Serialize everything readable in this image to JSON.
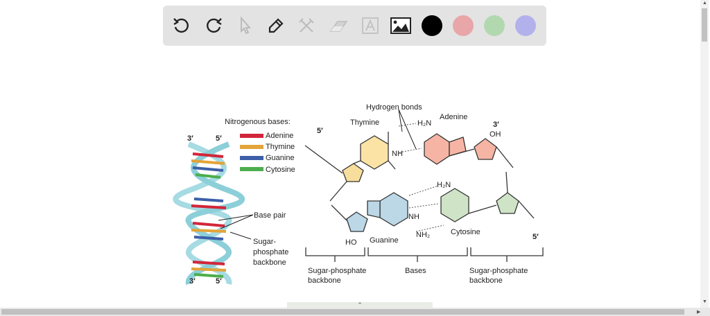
{
  "toolbar": {
    "tools": [
      "undo-icon",
      "redo-icon",
      "select-icon",
      "pencil-icon",
      "tools-icon",
      "eraser-icon",
      "text-icon",
      "image-icon"
    ],
    "colors": [
      "#000000",
      "#e8a6a8",
      "#b2d8b0",
      "#b3b1ec"
    ]
  },
  "diagram": {
    "legend_title": "Nitrogenous bases:",
    "legend": [
      {
        "label": "Adenine",
        "color": "#d2263a"
      },
      {
        "label": "Thymine",
        "color": "#e3a43a"
      },
      {
        "label": "Guanine",
        "color": "#3c5fa8"
      },
      {
        "label": "Cytosine",
        "color": "#4cae4c"
      }
    ],
    "helix_top_left": "3′",
    "helix_top_right": "5′",
    "helix_bottom_left": "3′",
    "helix_bottom_right": "5′",
    "base_pair": "Base pair",
    "backbone_label": [
      "Sugar-",
      "phosphate",
      "backbone"
    ],
    "hydrogen_bonds": "Hydrogen bonds",
    "thymine": "Thymine",
    "adenine": "Adenine",
    "guanine": "Guanine",
    "cytosine": "Cytosine",
    "five_prime_top": "5′",
    "three_prime_top": "3′",
    "oh": "OH",
    "ho": "HO",
    "five_prime_bottom": "5′",
    "h2n_a": "H₂N",
    "h2n_c": "H₂N",
    "nh2_g": "NH₂",
    "nh_t": "NH",
    "nh_g": "NH",
    "bracket_left": [
      "Sugar-phosphate",
      "backbone"
    ],
    "bracket_mid": "Bases",
    "bracket_right": [
      "Sugar-phosphate",
      "backbone"
    ]
  }
}
